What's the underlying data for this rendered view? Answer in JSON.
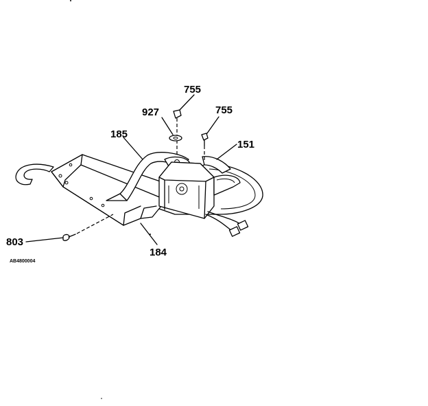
{
  "callouts": {
    "c755_top": "755",
    "c927": "927",
    "c755_right": "755",
    "c185": "185",
    "c151": "151",
    "c803": "803",
    "c184": "184"
  },
  "drawing_code": "AB4800004"
}
